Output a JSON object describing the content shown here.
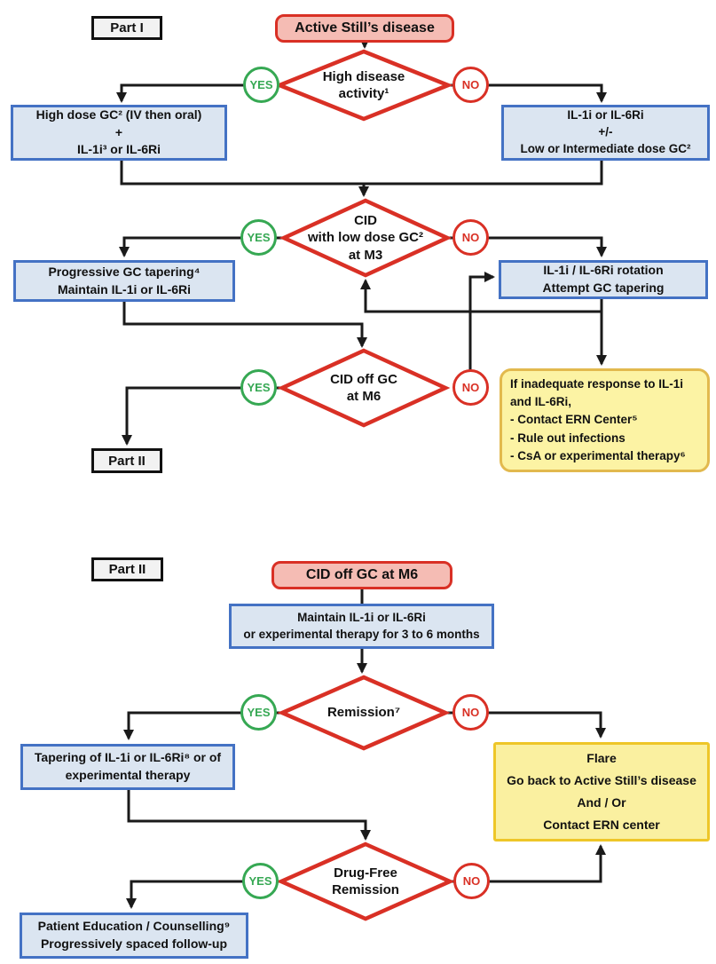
{
  "colors": {
    "line_black": "#1a1a1a",
    "decision_red": "#d93025",
    "start_pink_fill": "#f5bcb4",
    "blue_border": "#4472c4",
    "blue_fill": "#dbe5f1",
    "yellow_fill": "#fcf3a4",
    "gold_border": "#e2b94e",
    "yes_green": "#36a853",
    "label_gray_fill": "#f2f2f2"
  },
  "decision_labels": {
    "yes": "YES",
    "no": "NO"
  },
  "part1": {
    "label": "Part I",
    "start": "Active Still’s disease",
    "diamond_high_activity": {
      "lines": [
        "High disease",
        "activity¹"
      ]
    },
    "box_high_dose": {
      "lines": [
        "High dose GC² (IV then oral)",
        "+",
        "IL-1i³ or IL-6Ri"
      ]
    },
    "box_il_options": {
      "lines": [
        "IL-1i or IL-6Ri",
        "+/-",
        "Low or Intermediate dose GC²"
      ]
    },
    "diamond_cid_m3": {
      "lines": [
        "CID",
        "with low dose GC²",
        "at M3"
      ]
    },
    "box_gc_tapering": {
      "lines": [
        "Progressive GC tapering⁴",
        "Maintain IL-1i or IL-6Ri"
      ]
    },
    "box_rotation": {
      "lines": [
        "IL-1i / IL-6Ri rotation",
        "Attempt GC tapering"
      ]
    },
    "diamond_cid_m6": {
      "lines": [
        "CID off GC",
        "at M6"
      ]
    },
    "box_inadequate": {
      "lines": [
        "If inadequate response to IL-1i",
        "and IL-6Ri,",
        "- Contact ERN Center⁵",
        "- Rule out infections",
        "- CsA or experimental therapy⁶"
      ]
    },
    "end_label": "Part II"
  },
  "part2": {
    "label": "Part II",
    "start": "CID off GC at M6",
    "box_maintain": {
      "lines": [
        "Maintain IL-1i or IL-6Ri",
        "or experimental therapy for 3 to 6 months"
      ]
    },
    "diamond_remission": {
      "lines": [
        "Remission⁷"
      ]
    },
    "box_tapering": {
      "lines": [
        "Tapering of IL-1i or IL-6Ri⁸ or of",
        "experimental therapy"
      ]
    },
    "box_flare": {
      "lines": [
        "Flare",
        "Go back to Active Still’s disease",
        "And / Or",
        "Contact ERN center"
      ]
    },
    "diamond_drug_free": {
      "lines": [
        "Drug-Free",
        "Remission"
      ]
    },
    "box_patient": {
      "lines": [
        "Patient Education / Counselling⁹",
        "Progressively spaced follow-up"
      ]
    }
  }
}
